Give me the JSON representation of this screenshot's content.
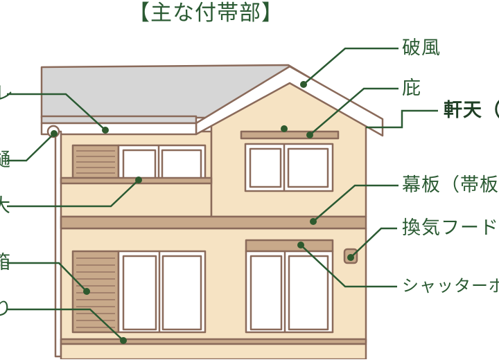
{
  "title": "【主な付帯部】",
  "labels_right": {
    "hafu": "破風",
    "hisashi": "庇",
    "nokiten": "軒天（",
    "makuita": "幕板（帯板",
    "kanki": "換気フード",
    "shutter": "シャッターボ"
  },
  "labels_left": {
    "l1": "レ",
    "l2": "樋",
    "l3": "大",
    "l4": "箱",
    "l5": "り"
  },
  "colors": {
    "line": "#2a5a32",
    "dot": "#2e5a2e",
    "wall": "#f6e3c3",
    "roof": "#d5d5d5",
    "trim": "#c8a98a",
    "outline": "#8a6a5a"
  }
}
